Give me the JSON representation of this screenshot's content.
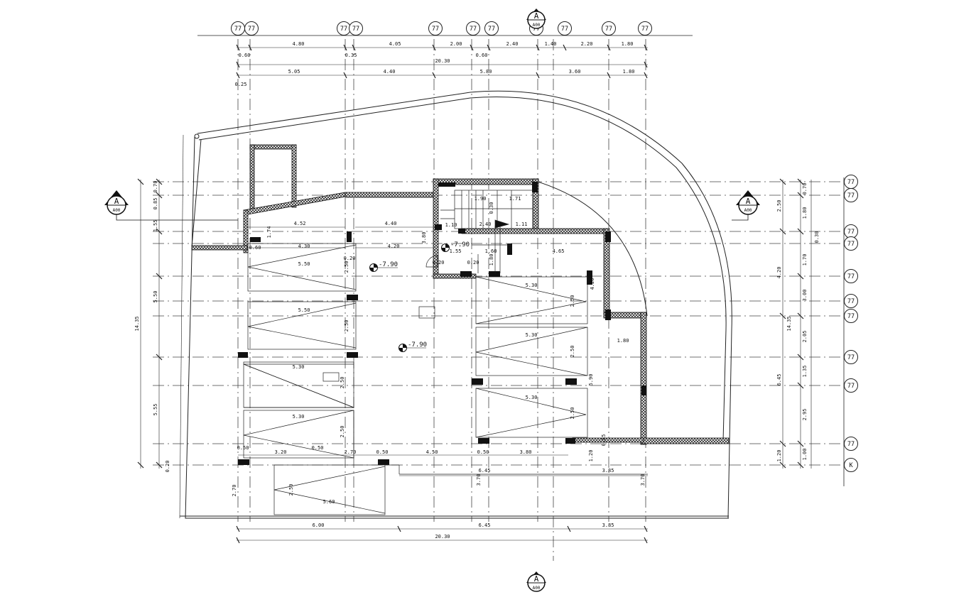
{
  "axes": {
    "top_bubble_label": "77",
    "right_bubble_label": "77",
    "bottom_right_bubble_label": "K"
  },
  "section_marks": {
    "label": "A",
    "sub_label": "A00"
  },
  "levels": {
    "lobby": "-7.90",
    "parking_left": "-7.90",
    "parking_center": "-7.90"
  },
  "dims": {
    "top_row1": [
      "0.60",
      "4.80",
      "0.35",
      "4.05",
      "2.00",
      "0.60",
      "2.40",
      "1.40",
      "2.20",
      "1.80"
    ],
    "top_total": "20.30",
    "top_row3": [
      "0.25",
      "5.05",
      "4.40",
      "5.80",
      "3.60",
      "1.80"
    ],
    "left_outer": [
      "0.70",
      "0.85",
      "1.55",
      "5.50",
      "5.55",
      "0.20"
    ],
    "left_total": "14.35",
    "right_inner": [
      "0.70",
      "1.80",
      "1.70",
      "3.00",
      "2.05",
      "1.35",
      "2.95",
      "1.00"
    ],
    "right_mid": [
      "2.50",
      "4.20",
      "6.45",
      "1.20"
    ],
    "right_mid_total": "14.35",
    "right_col3": "0.30",
    "bottom_row1": [
      "6.00",
      "6.45",
      "3.85"
    ],
    "bottom_total": "20.30",
    "interior": {
      "d452": "4.52",
      "d440": "4.40",
      "d174": "1.74",
      "d060": "0.60",
      "d430": "4.30",
      "d020a": "0.20",
      "d420a": "4.20",
      "d380": "3.80",
      "d110": "1.10",
      "d155": "1.55",
      "d160": "1.60",
      "d465": "4.65",
      "d020b": "0.20",
      "d020c": "0.20",
      "d180a": "1.80",
      "d190": "1.90",
      "d171": "1.71",
      "d240": "2.40",
      "d111": "1.11",
      "d030": "0.30",
      "d420b": "4.20",
      "d180b": "1.80",
      "d590": "5.90",
      "d085": "0.85",
      "d050a": "0.50",
      "d320": "3.20",
      "d050b": "0.50",
      "d270a": "2.70",
      "d050c": "0.50",
      "d450": "4.50",
      "d050d": "0.50",
      "d380b": "3.80",
      "d120": "1.20",
      "d645": "6.45",
      "d385": "3.85",
      "d270b": "2.70",
      "d370a": "3.70",
      "d370b": "3.70"
    }
  },
  "parking": {
    "stall_length_a": "5.50",
    "stall_length_b": "5.30",
    "stall_length_c": "5.60",
    "stall_width": "2.50"
  }
}
